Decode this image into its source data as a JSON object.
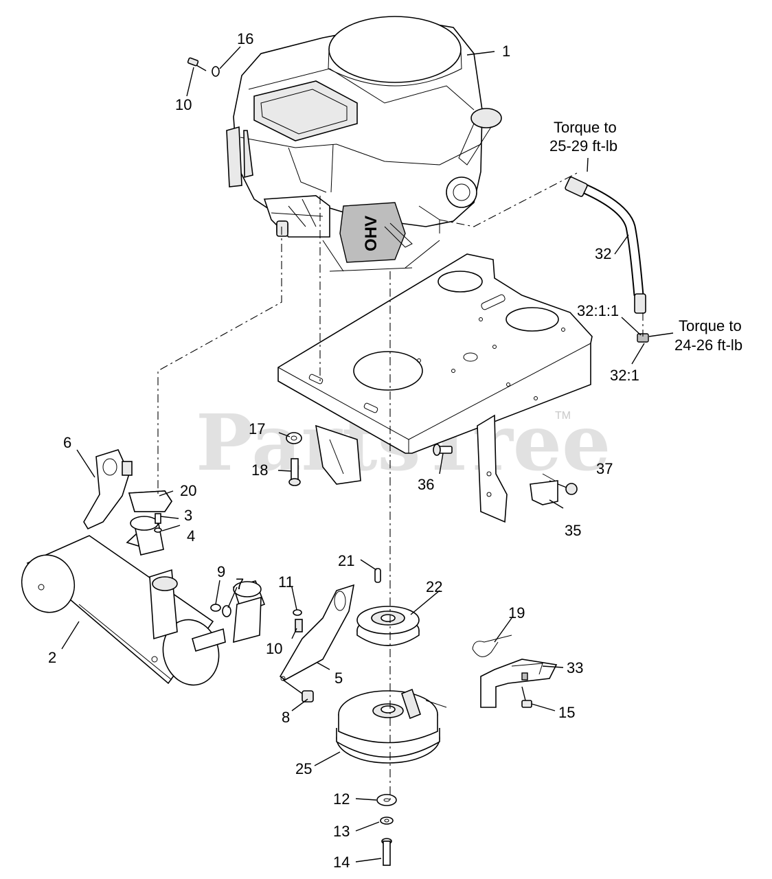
{
  "watermark": {
    "text": "PartsTree",
    "mark": "TM"
  },
  "torque_notes": {
    "fuel_fitting": [
      "Torque to",
      "25-29 ft-lb"
    ],
    "fuel_nut": [
      "Torque to",
      "24-26 ft-lb"
    ]
  },
  "engine_markings": {
    "label": "OHV"
  },
  "callouts": {
    "c1": "1",
    "c16": "16",
    "c10a": "10",
    "c32": "32",
    "c32_1_1": "32:1:1",
    "c32_1": "32:1",
    "c6": "6",
    "c20": "20",
    "c17": "17",
    "c18": "18",
    "c36": "36",
    "c37": "37",
    "c3": "3",
    "c4": "4",
    "c35": "35",
    "c21": "21",
    "c22": "22",
    "c9": "9",
    "c7": "7",
    "c11": "11",
    "c19": "19",
    "c2": "2",
    "c10b": "10",
    "c33": "33",
    "c5": "5",
    "c8": "8",
    "c15": "15",
    "c25": "25",
    "c12": "12",
    "c13": "13",
    "c14": "14"
  }
}
